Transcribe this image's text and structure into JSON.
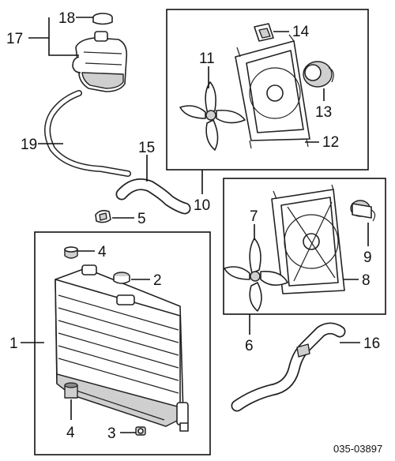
{
  "callouts": {
    "p1": "1",
    "p2": "2",
    "p3": "3",
    "p4a": "4",
    "p4b": "4",
    "p5": "5",
    "p6": "6",
    "p7": "7",
    "p8": "8",
    "p9": "9",
    "p10": "10",
    "p11": "11",
    "p12": "12",
    "p13": "13",
    "p14": "14",
    "p15": "15",
    "p16": "16",
    "p17": "17",
    "p18": "18",
    "p19": "19"
  },
  "diagram_code": "035-03897"
}
